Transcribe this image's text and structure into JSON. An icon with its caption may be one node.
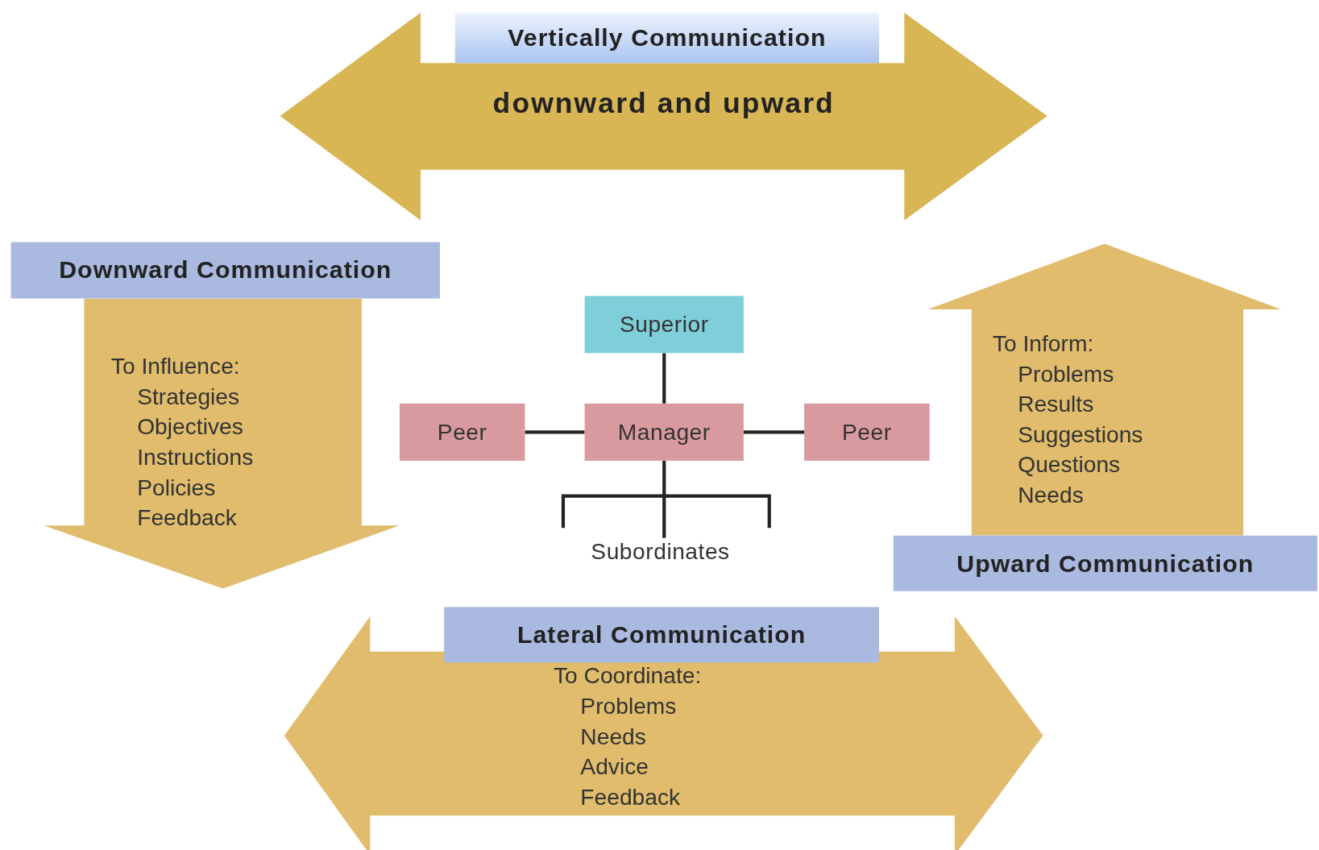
{
  "diagram": {
    "nodes": [
      {
        "text": [
          "downward and upward"
        ]
      },
      {
        "text": [
          "Vertically Communication"
        ]
      },
      {
        "text": [
          "Downward Communication"
        ]
      },
      {
        "text": [
          "To Influence:",
          "Strategies",
          "Objectives",
          "Instructions",
          "Policies",
          "Feedback"
        ]
      },
      {
        "text": [
          "Superior"
        ]
      },
      {
        "text": [
          "Peer"
        ]
      },
      {
        "text": [
          "Manager"
        ]
      },
      {
        "text": [
          "Peer"
        ]
      },
      {
        "text": [
          "Subordinates"
        ]
      },
      {
        "text": [
          "To Inform:",
          "Problems",
          "Results",
          "Suggestions",
          "Questions",
          "Needs"
        ]
      },
      {
        "text": [
          "Upward Communication"
        ]
      },
      {
        "text": [
          "Lateral Communication"
        ]
      },
      {
        "text": [
          "To Coordinate:",
          "Problems",
          "Needs",
          "Advice",
          "Feedback"
        ]
      }
    ],
    "edges": [
      {
        "from": 4,
        "to": 6,
        "arrow": "none"
      },
      {
        "from": 5,
        "to": 6,
        "arrow": "none"
      },
      {
        "from": 6,
        "to": 7,
        "arrow": "none"
      },
      {
        "from": 6,
        "to": 8,
        "arrow": "none"
      }
    ]
  }
}
